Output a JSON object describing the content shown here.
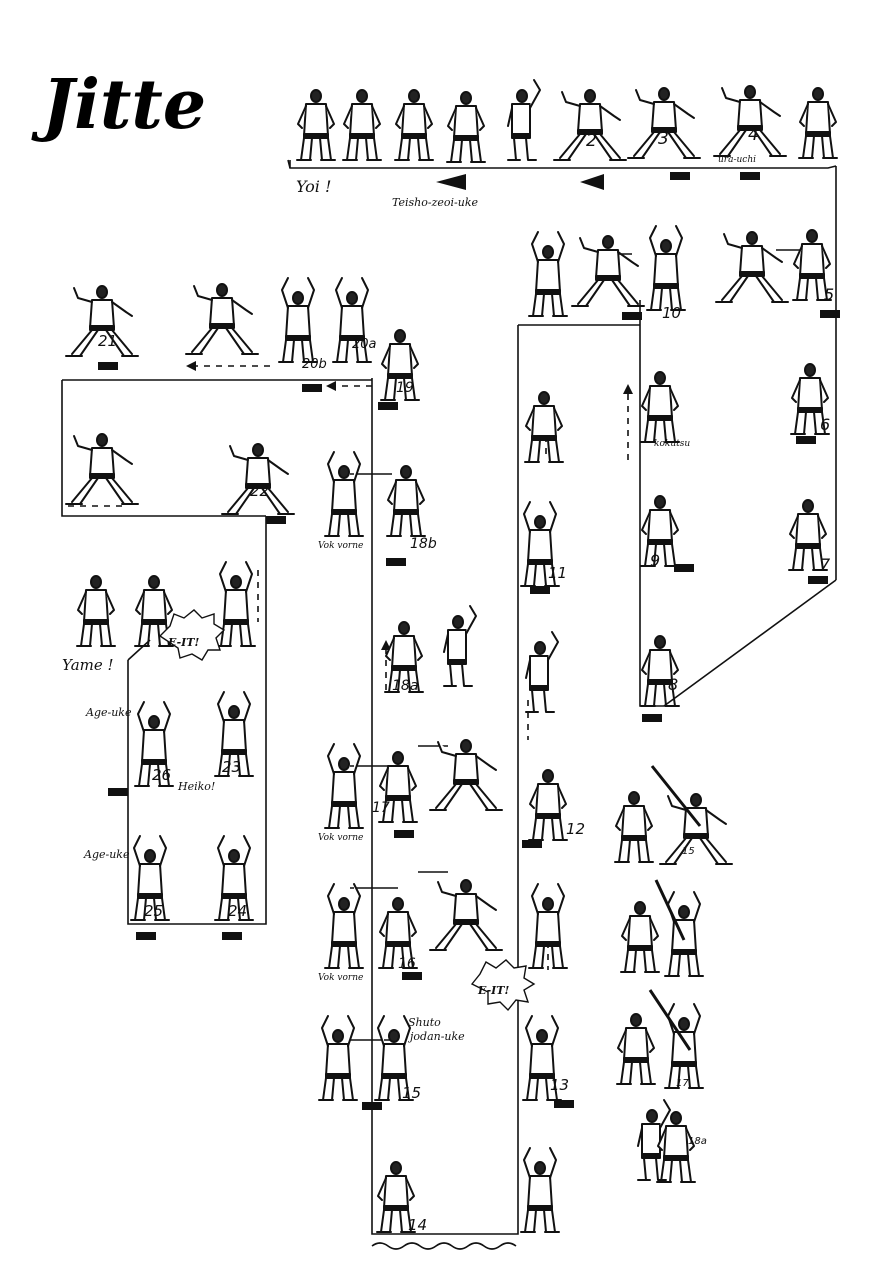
{
  "title": "Jitte",
  "steps": {
    "s2": "2",
    "s3": "3",
    "s4": "4",
    "s5": "5",
    "s6": "6",
    "s7": "7",
    "s8": "8",
    "s9": "9",
    "s10": "10",
    "s11": "11",
    "s12": "12",
    "s13": "13",
    "s14": "14",
    "s15": "15",
    "s16": "16",
    "s17": "17",
    "s18a": "18a",
    "s18b": "18b",
    "s19": "19",
    "s20a": "20a",
    "s20b": "20b",
    "s21": "21",
    "s22": "22",
    "s23": "23",
    "s24": "24",
    "s25": "25",
    "s26": "26",
    "b15": "15",
    "b17": "17",
    "b18": "18a"
  },
  "notes": {
    "yoi": "Yoi !",
    "yame": "Yame !",
    "teisho": "Teisho-zeoi-uke",
    "uraken": "ura-uchi",
    "kiai_1": "E-IT!",
    "kiai_2": "E-IT!",
    "age_uke_1": "Age-uke",
    "age_uke_2": "Age-uke",
    "heiko": "Heiko!",
    "shuto": "Shuto",
    "jodan_uke": "jodan-uke",
    "kokutsu": "kokutsu",
    "yoko_1": "Vok vorne",
    "yoko_2": "Vok vorne",
    "yoko_3": "Vok vorne"
  }
}
